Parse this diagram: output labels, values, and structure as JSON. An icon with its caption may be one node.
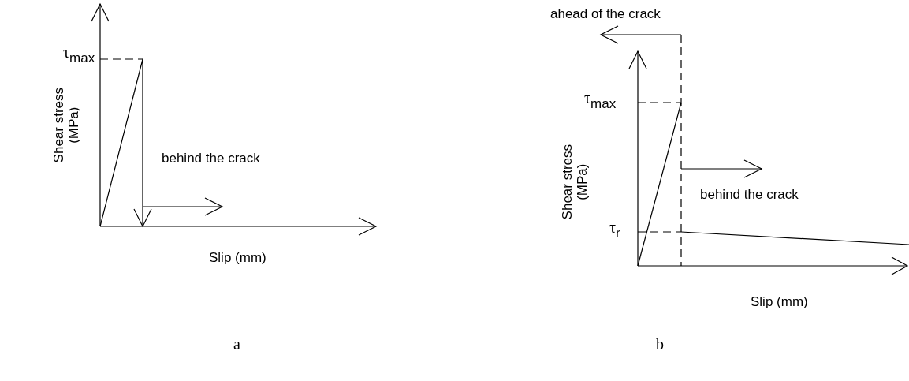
{
  "diagram": {
    "labels": [
      "τ$_{max}$",
      "Shear stress (MPa)",
      "behind the crack",
      "Slip (mm)",
      "a",
      "ahead of the crack",
      "τ$_{max}$",
      "Shear stress (MPa)",
      "behind the crack",
      "τ$_{r}$",
      "Slip (mm)",
      "b"
    ]
  }
}
